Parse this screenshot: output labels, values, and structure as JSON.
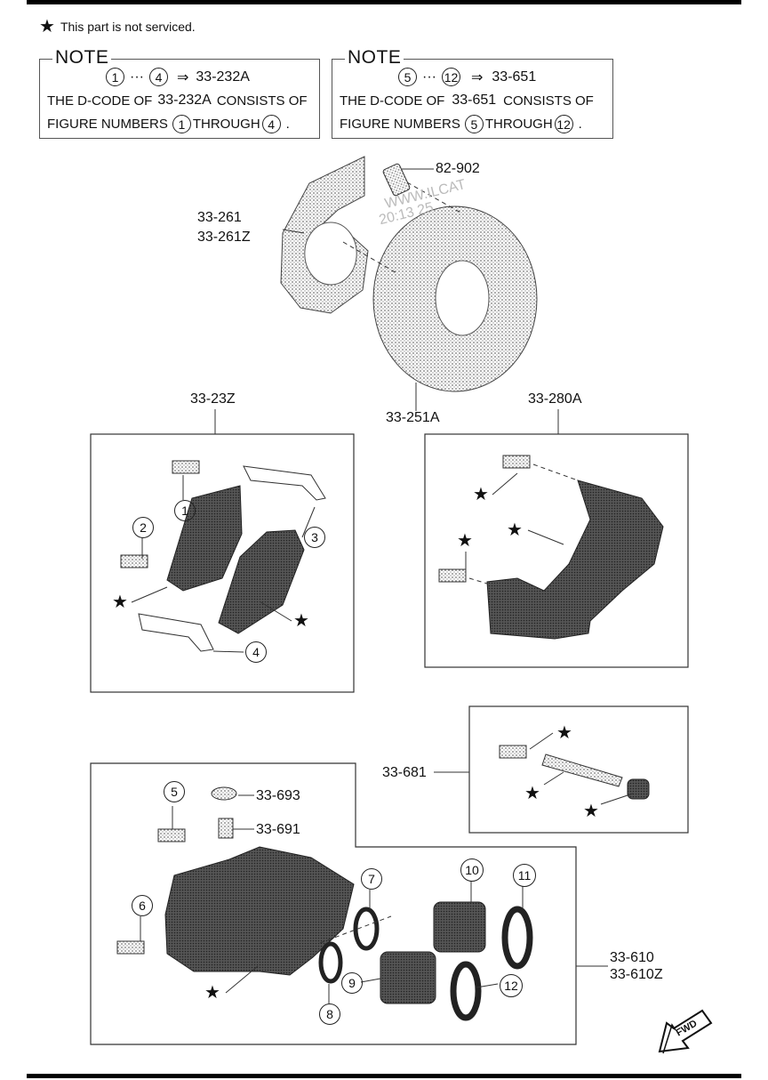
{
  "legend": {
    "text": "This part is not serviced."
  },
  "note_left": {
    "title": "NOTE",
    "range_start": "1",
    "range_end": "4",
    "dots": "···",
    "arrow": "⇒",
    "code": "33-232A",
    "line1_a": "THE D-CODE OF",
    "line1_code": "33-232A",
    "line1_b": "CONSISTS OF",
    "line2_a": "FIGURE NUMBERS",
    "line2_n1": "1",
    "line2_b": "THROUGH",
    "line2_n2": "4",
    "line2_end": "."
  },
  "note_right": {
    "title": "NOTE",
    "range_start": "5",
    "range_end": "12",
    "dots": "···",
    "arrow": "⇒",
    "code": "33-651",
    "line1_a": "THE D-CODE OF",
    "line1_code": "33-651",
    "line1_b": "CONSISTS OF",
    "line2_a": "FIGURE NUMBERS",
    "line2_n1": "5",
    "line2_b": "THROUGH",
    "line2_n2": "12",
    "line2_end": "."
  },
  "labels": {
    "p82902": "82-902",
    "p33261": "33-261",
    "p33261z": "33-261Z",
    "p33251a": "33-251A",
    "p3323z": "33-23Z",
    "p33280a": "33-280A",
    "p33681": "33-681",
    "p33693": "33-693",
    "p33691": "33-691",
    "p33610": "33-610",
    "p33610z": "33-610Z"
  },
  "callouts": [
    "1",
    "2",
    "3",
    "4",
    "5",
    "6",
    "7",
    "8",
    "9",
    "10",
    "11",
    "12"
  ],
  "watermark": {
    "line1": "WWW.ILCAT",
    "line2": "20:13 25"
  },
  "fwd": "FWD"
}
